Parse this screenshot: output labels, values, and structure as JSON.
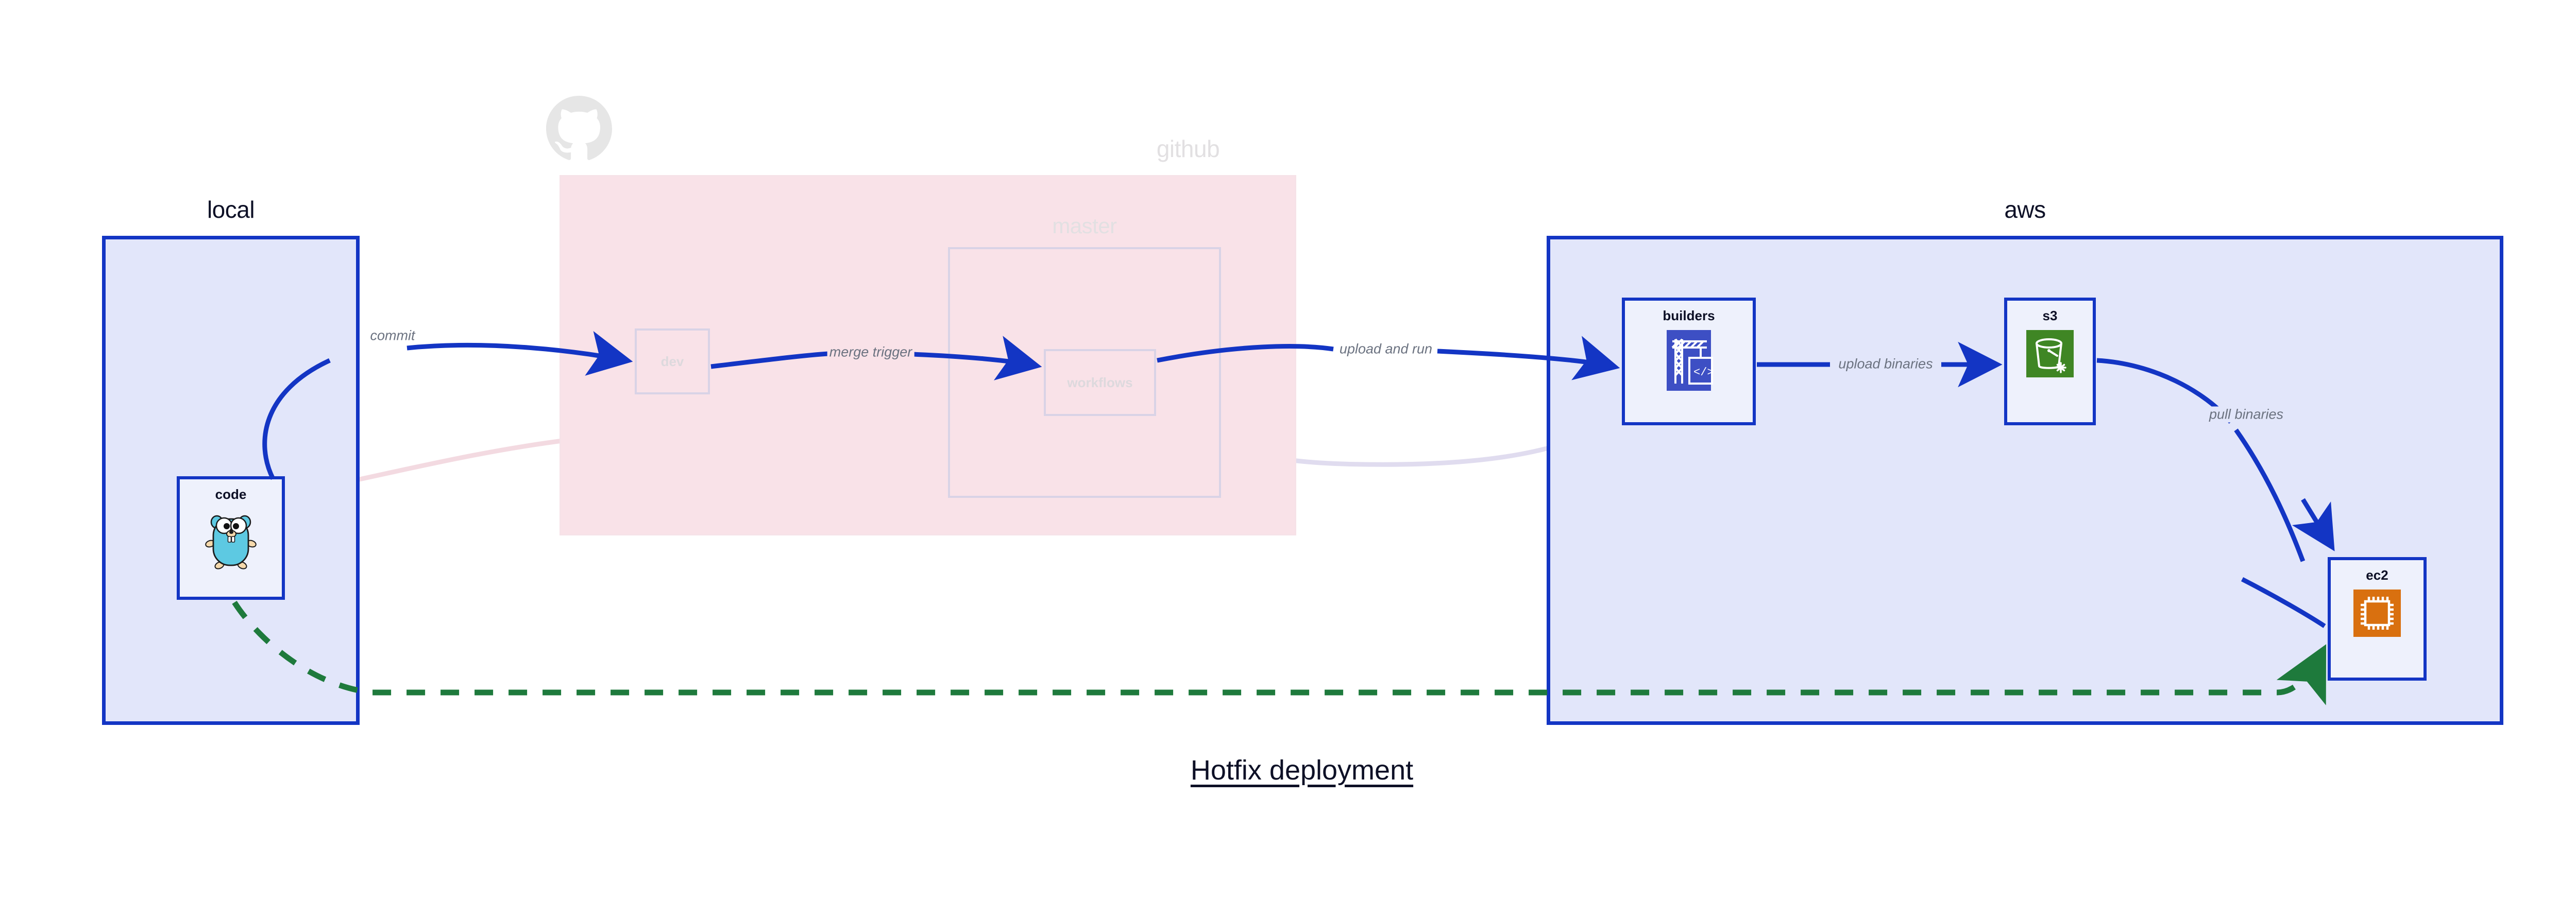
{
  "diagram": {
    "title": "Hotfix deployment",
    "colors": {
      "container_border_blue": "#1335c4",
      "container_fill_blue": "#e2e6fa",
      "github_fill_pink": "#f9e2e8",
      "node_fill": "#eef1fc",
      "edge_blue": "#1335c4",
      "edge_green": "#1e7a3c",
      "faded_gray": "#ddd9dd",
      "label_gray": "#6b7280",
      "builders_icon_bg": "#3d4fc4",
      "s3_icon_bg": "#3f8624",
      "ec2_icon_bg": "#d9700f",
      "gopher_body": "#5dc9e2"
    }
  },
  "containers": [
    {
      "id": "local",
      "label": "local",
      "state": "active"
    },
    {
      "id": "github",
      "label": "github",
      "state": "faded"
    },
    {
      "id": "master",
      "label": "master",
      "state": "faded"
    },
    {
      "id": "aws",
      "label": "aws",
      "state": "active"
    }
  ],
  "nodes": [
    {
      "id": "code",
      "label": "code",
      "icon": "go-gopher-icon",
      "state": "active"
    },
    {
      "id": "dev",
      "label": "dev",
      "icon": "none",
      "state": "faded"
    },
    {
      "id": "workflows",
      "label": "workflows",
      "icon": "none",
      "state": "faded"
    },
    {
      "id": "builders",
      "label": "builders",
      "icon": "aws-codebuild-icon",
      "state": "active"
    },
    {
      "id": "s3",
      "label": "s3",
      "icon": "aws-s3-bucket-icon",
      "state": "active"
    },
    {
      "id": "ec2",
      "label": "ec2",
      "icon": "aws-ec2-chip-icon",
      "state": "active"
    }
  ],
  "edges": [
    {
      "id": "commit",
      "label": "commit",
      "from": "code",
      "to": "dev",
      "style": "solid",
      "color": "#1335c4"
    },
    {
      "id": "merge-trigger",
      "label": "merge trigger",
      "from": "dev",
      "to": "workflows",
      "style": "solid",
      "color": "#1335c4"
    },
    {
      "id": "upload-and-run",
      "label": "upload and run",
      "from": "workflows",
      "to": "builders",
      "style": "solid",
      "color": "#1335c4"
    },
    {
      "id": "upload-binaries",
      "label": "upload binaries",
      "from": "builders",
      "to": "s3",
      "style": "solid",
      "color": "#1335c4"
    },
    {
      "id": "pull-binaries",
      "label": "pull binaries",
      "from": "s3",
      "to": "ec2",
      "style": "solid",
      "color": "#1335c4"
    },
    {
      "id": "hotfix-direct",
      "label": "",
      "from": "code",
      "to": "ec2",
      "style": "dashed",
      "color": "#1e7a3c"
    }
  ]
}
